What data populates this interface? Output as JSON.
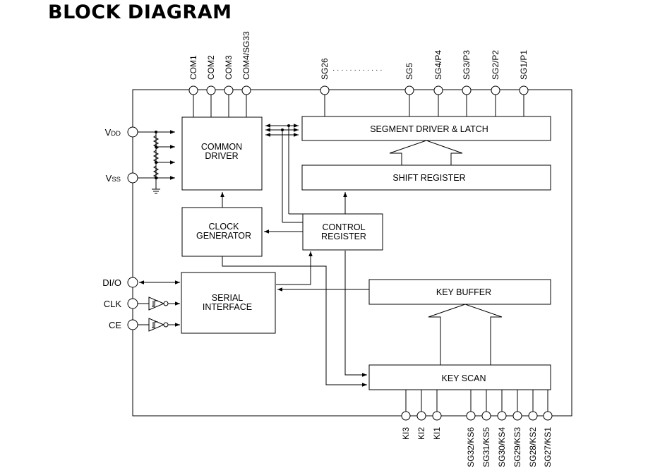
{
  "title": "BLOCK DIAGRAM",
  "blocks": {
    "common_driver": [
      "COMMON",
      "DRIVER"
    ],
    "segment_driver": "SEGMENT DRIVER & LATCH",
    "shift_register": "SHIFT REGISTER",
    "clock_generator": [
      "CLOCK",
      "GENERATOR"
    ],
    "control_register": [
      "CONTROL",
      "REGISTER"
    ],
    "serial_interface": [
      "SERIAL",
      "INTERFACE"
    ],
    "key_buffer": "KEY BUFFER",
    "key_scan": "KEY SCAN"
  },
  "top_pins": [
    "COM1",
    "COM2",
    "COM3",
    "COM4/SG33",
    "SG26",
    "SG5",
    "SG4/P4",
    "SG3/P3",
    "SG2/P2",
    "SG1/P1"
  ],
  "left_pins": {
    "vdd": "V",
    "vdd_sub": "DD",
    "vss": "V",
    "vss_sub": "SS",
    "dio": "DI/O",
    "clk": "CLK",
    "ce": "CE"
  },
  "bottom_pins": [
    "KI3",
    "KI2",
    "KI1",
    "SG32/KS6",
    "SG31/KS5",
    "SG30/KS4",
    "SG29/KS3",
    "SG28/KS2",
    "SG27/KS1"
  ],
  "ellipsis": "· · · · · · · · · · · ·"
}
